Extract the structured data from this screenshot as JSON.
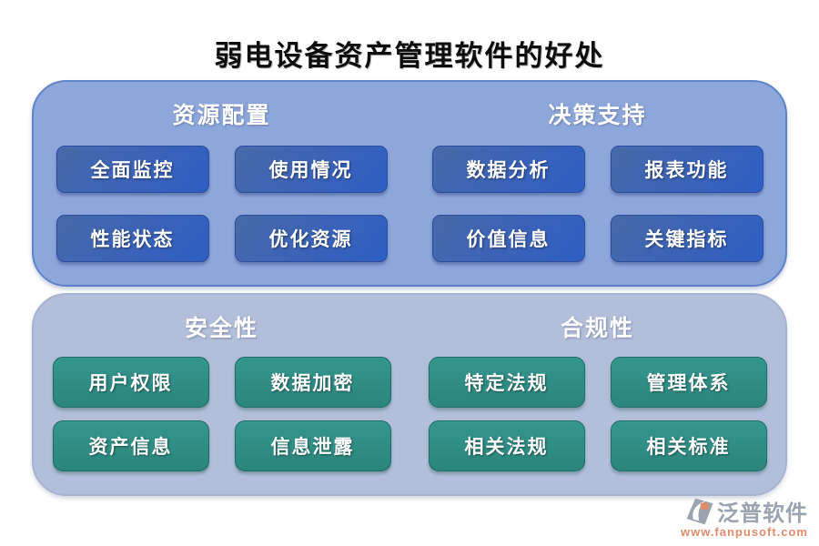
{
  "title": "弱电设备资产管理软件的好处",
  "panels": [
    {
      "id": "top",
      "sections": [
        {
          "header": "资源配置",
          "items": [
            "全面监控",
            "使用情况",
            "性能状态",
            "优化资源"
          ]
        },
        {
          "header": "决策支持",
          "items": [
            "数据分析",
            "报表功能",
            "价值信息",
            "关键指标"
          ]
        }
      ]
    },
    {
      "id": "bottom",
      "sections": [
        {
          "header": "安全性",
          "items": [
            "用户权限",
            "数据加密",
            "资产信息",
            "信息泄露"
          ]
        },
        {
          "header": "合规性",
          "items": [
            "特定法规",
            "管理体系",
            "相关法规",
            "相关标准"
          ]
        }
      ]
    }
  ],
  "footer": {
    "brand": "泛普软件",
    "url": "www.fanpusoft.com"
  },
  "colors": {
    "top_panel": "#8ea7db",
    "top_panel_border": "#5f82ca",
    "bottom_panel": "#b3bfda",
    "blue_node_start": "#486aa8",
    "blue_node_end": "#2e5fc4",
    "teal_node": "#2e9187",
    "brand_gray": "#9aa3b0",
    "brand_orange": "#e08c6a",
    "title_text": "#0d0d0d",
    "node_text": "#ffffff"
  }
}
